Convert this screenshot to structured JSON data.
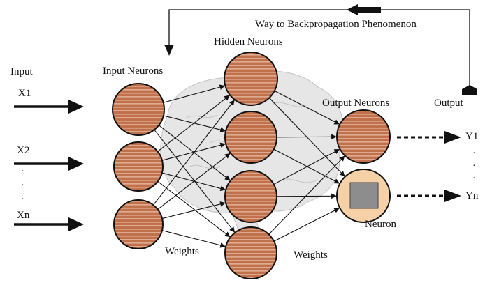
{
  "labels": {
    "feedback": "Way to Backpropagation Phenomenon",
    "hidden": "Hidden Neurons",
    "input_neurons": "Input Neurons",
    "input": "Input",
    "output_neurons": "Output Neurons",
    "output": "Output",
    "neuron": "Neuron",
    "weights_left": "Weights",
    "weights_right": "Weights"
  },
  "inputs": [
    "X1",
    "X2",
    "Xn"
  ],
  "outputs": [
    "Y1",
    "Yn"
  ],
  "colors": {
    "neuron_fill": "#c0704a",
    "neuron_stripe": "#f3d7c5",
    "neuron_light": "#f6d0a6",
    "neuron_core": "#8d8d8d",
    "brain": "#e4e4e4"
  }
}
